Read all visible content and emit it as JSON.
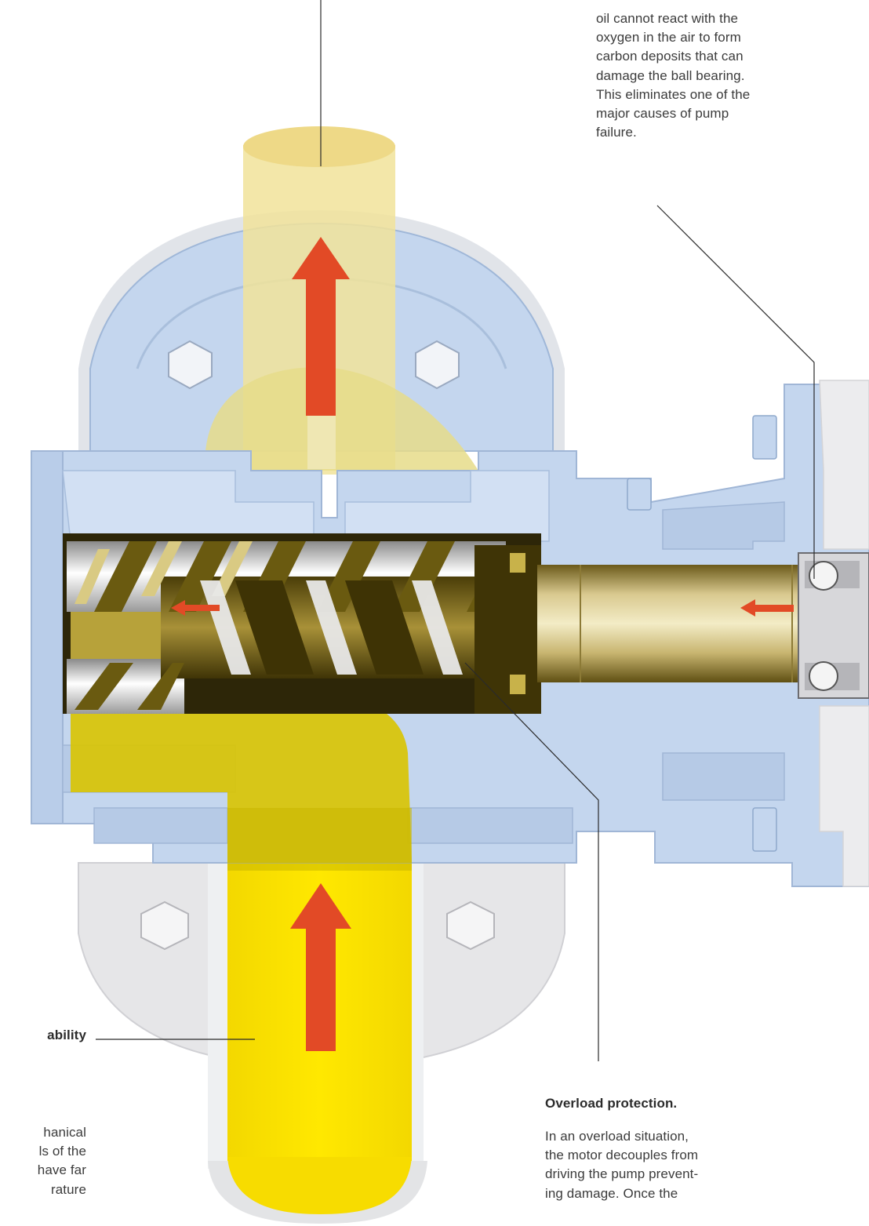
{
  "annotations": {
    "top_right": {
      "lines": [
        "oil cannot react with the",
        "oxygen in the air to form",
        "carbon deposits that can",
        "damage the ball bearing.",
        "This eliminates one of the",
        "major causes of pump",
        "failure."
      ]
    },
    "bottom_right": {
      "title": "Overload protection.",
      "lines": [
        "In an overload situation,",
        "the motor decouples from",
        "driving the pump prevent-",
        "ing damage. Once the"
      ]
    },
    "bottom_left": {
      "title": "ability",
      "lines": [
        "hanical",
        "ls of the",
        " have far",
        "rature"
      ]
    }
  },
  "colors": {
    "housing": "#c4d6ee",
    "housing_dark": "#9fb7d8",
    "housing_light": "#dce7f5",
    "grey_flange": "#e6e6e8",
    "fluid_light": "#f1e39a",
    "fluid": "#fbe300",
    "fluid_dark": "#d9c400",
    "rotor": "#6b5a12",
    "rotor_light": "#b9a247",
    "arrow": "#e24a26",
    "line": "#2a2a2a"
  },
  "icons": [
    "flow-arrow-up",
    "flow-arrow-left",
    "hex-bolt",
    "ball-bearing"
  ]
}
